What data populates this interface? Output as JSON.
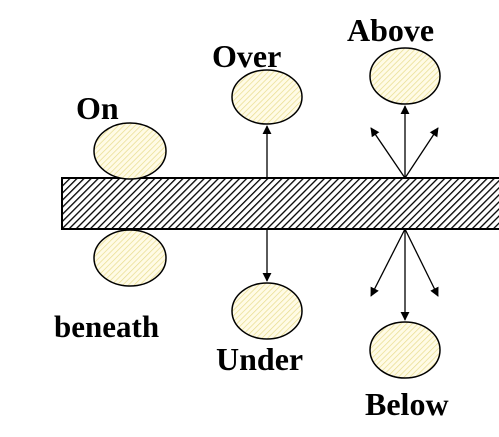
{
  "labels": {
    "on": "On",
    "over": "Over",
    "above": "Above",
    "beneath": "beneath",
    "under": "Under",
    "below": "Below"
  },
  "colors": {
    "ellipse_fill": "#fffbe6",
    "ellipse_hatch": "#e8dc8c",
    "bar_fill": "#ffffff",
    "bar_hatch": "#000000",
    "stroke": "#000000"
  }
}
